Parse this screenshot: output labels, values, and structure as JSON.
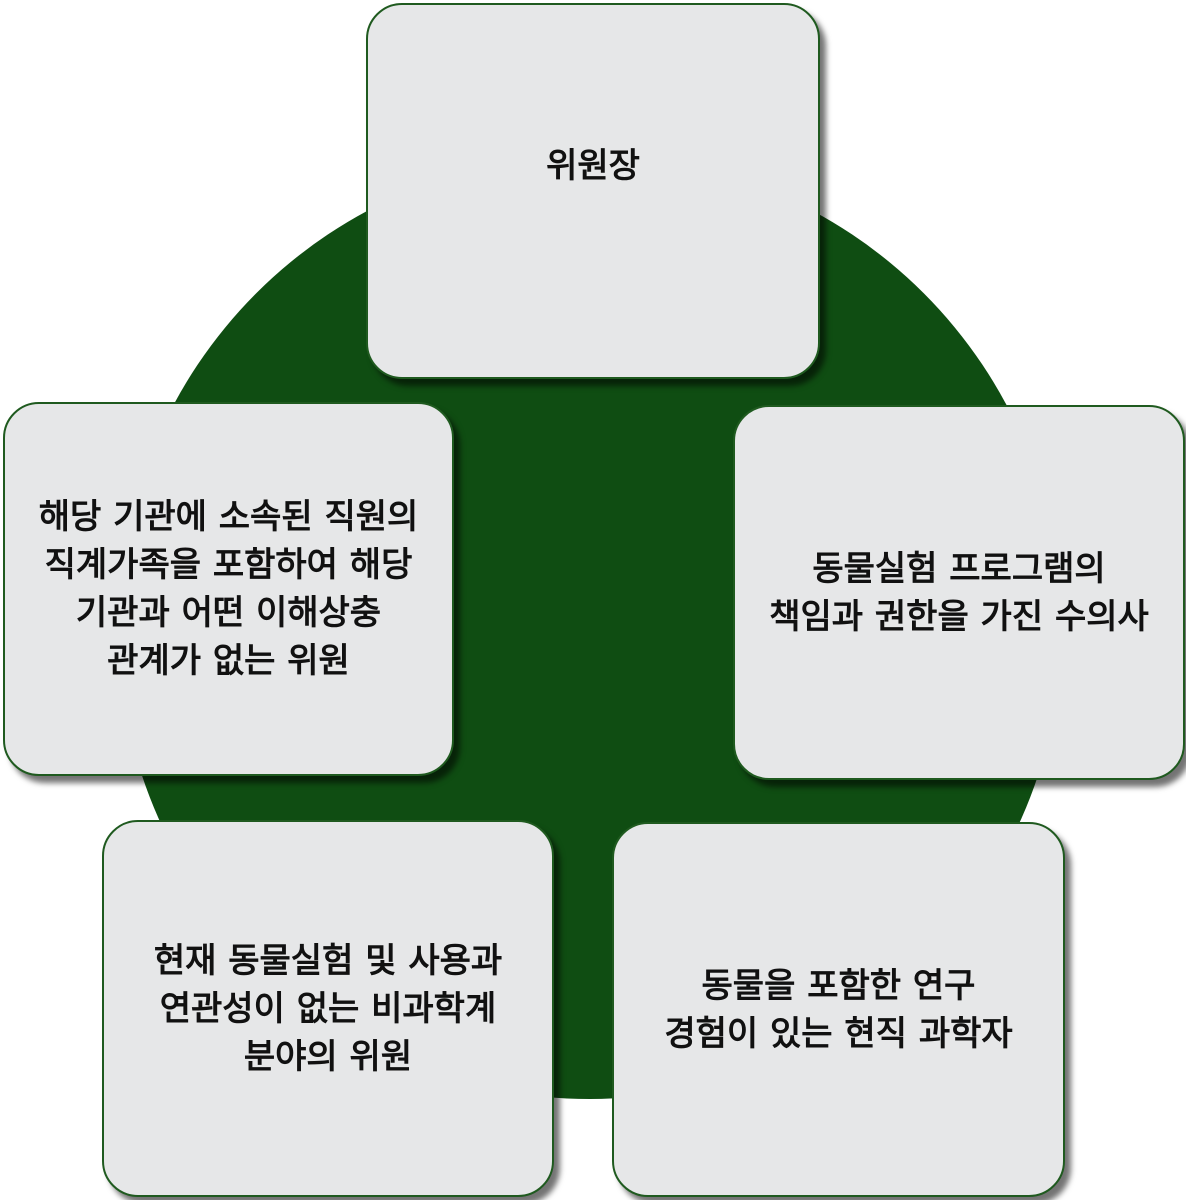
{
  "diagram": {
    "center_color": "#0f4d12",
    "card_color": "#e6e7e8",
    "nodes": {
      "top": "위원장",
      "left": "해당 기관에 소속된 직원의\n직계가족을 포함하여 해당\n기관과 어떤 이해상충\n관계가 없는 위원",
      "right": "동물실험 프로그램의\n책임과 권한을 가진 수의사",
      "bottom_left": "현재 동물실험 및 사용과\n연관성이 없는 비과학계\n분야의 위원",
      "bottom_right": "동물을 포함한 연구\n경험이 있는 현직 과학자"
    }
  }
}
